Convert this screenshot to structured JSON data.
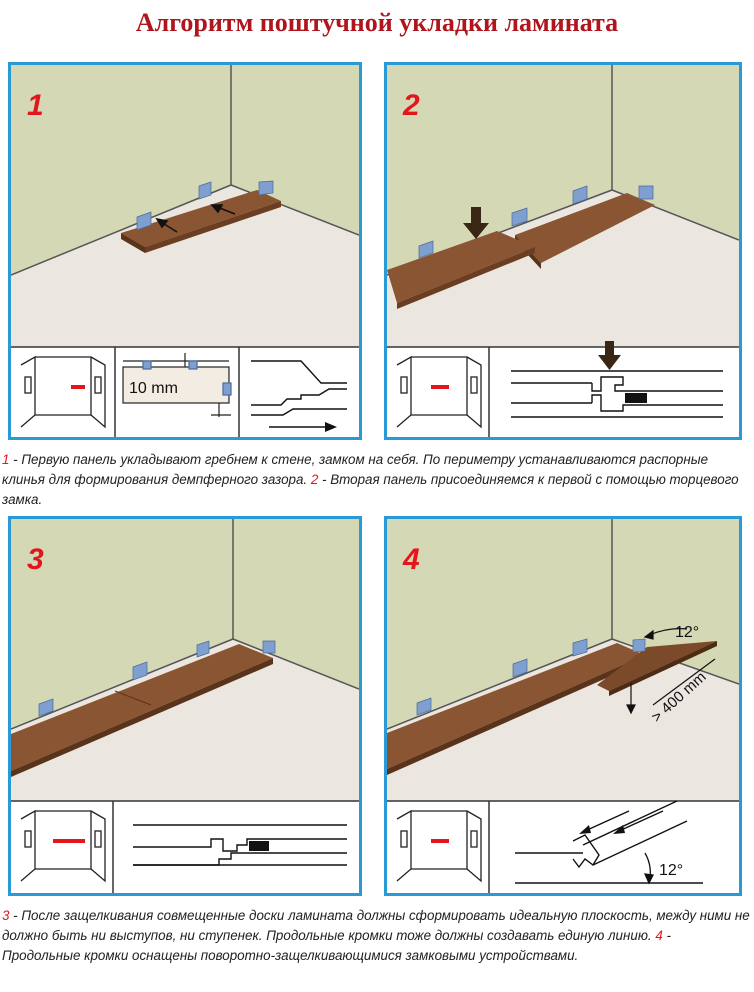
{
  "title": "Алгоритм поштучной укладки ламината",
  "panels": [
    {
      "number": "1",
      "label_gap": "10 mm"
    },
    {
      "number": "2"
    },
    {
      "number": "3"
    },
    {
      "number": "4",
      "label_angle_top": "12°",
      "label_length": "> 400 mm",
      "label_angle_bottom": "12°"
    }
  ],
  "caption_top": {
    "n1": "1",
    "t1": " - Первую панель укладывают гребнем к стене, замком на себя. По периметру устанавливаются распорные клинья для формирования демпферного зазора. ",
    "n2": "2",
    "t2": " - Вторая панель присоединяемся к первой с помощью торцевого замка."
  },
  "caption_bottom": {
    "n3": "3",
    "t3": " - После защелкивания совмещенные доски ламината должны сформировать идеальную плоскость, между ними не должно быть ни выступов, ни ступенек. Продольные кромки тоже должны создавать единую линию. ",
    "n4": "4",
    "t4": " - Продольные кромки оснащены поворотно-защелкивающимися замковыми устройствами."
  },
  "colors": {
    "title": "#b0141c",
    "frame": "#2a9ad6",
    "wall": "#d5d8b4",
    "floor": "#ebe7e0",
    "board": "#7a4a2a",
    "wedge": "#7f9fd0",
    "highlight": "#e3161d"
  },
  "icons": [
    "arrow-down-icon",
    "arrow-right-icon",
    "room-corner-icon"
  ]
}
